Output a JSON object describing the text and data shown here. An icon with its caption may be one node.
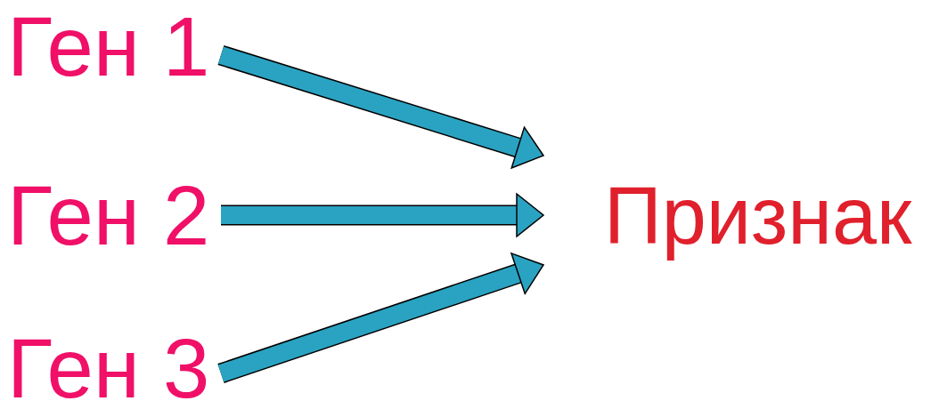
{
  "diagram": {
    "nodes": [
      {
        "text": [
          "Ген 1"
        ]
      },
      {
        "text": [
          "Ген 2"
        ]
      },
      {
        "text": [
          "Ген 3"
        ]
      },
      {
        "text": [
          "Признак"
        ]
      }
    ],
    "edges": [
      {
        "from": 0,
        "to": 3,
        "arrow": "to"
      },
      {
        "from": 1,
        "to": 3,
        "arrow": "to"
      },
      {
        "from": 2,
        "to": 3,
        "arrow": "to"
      }
    ]
  }
}
